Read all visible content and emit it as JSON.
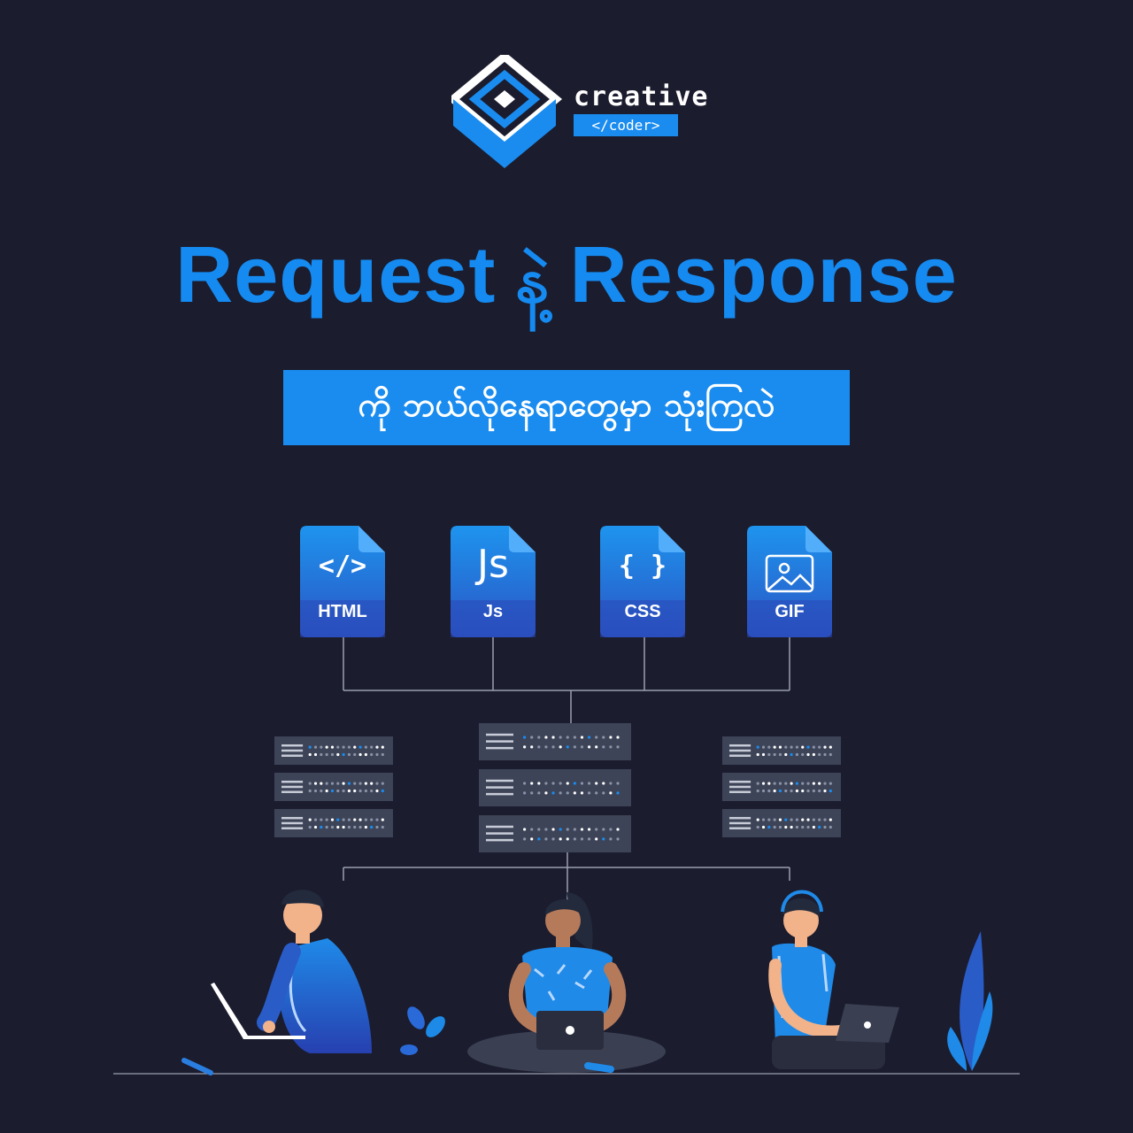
{
  "brand": {
    "name": "creative",
    "tag": "</coder>",
    "colors": {
      "accent": "#1a8cf0",
      "background": "#1b1c2e",
      "server": "#3d4457"
    }
  },
  "title": {
    "left": "Request",
    "middle": "နဲ့",
    "right": "Response"
  },
  "subtitle": "ကို ဘယ်လိုနေရာတွေမှာ သုံးကြလဲ",
  "files": [
    {
      "label": "HTML",
      "glyph": "</>",
      "icon": "code-file-icon"
    },
    {
      "label": "Js",
      "glyph": "Js",
      "icon": "javascript-file-icon"
    },
    {
      "label": "CSS",
      "glyph": "{ }",
      "icon": "css-file-icon"
    },
    {
      "label": "GIF",
      "glyph": "",
      "icon": "image-file-icon"
    }
  ]
}
